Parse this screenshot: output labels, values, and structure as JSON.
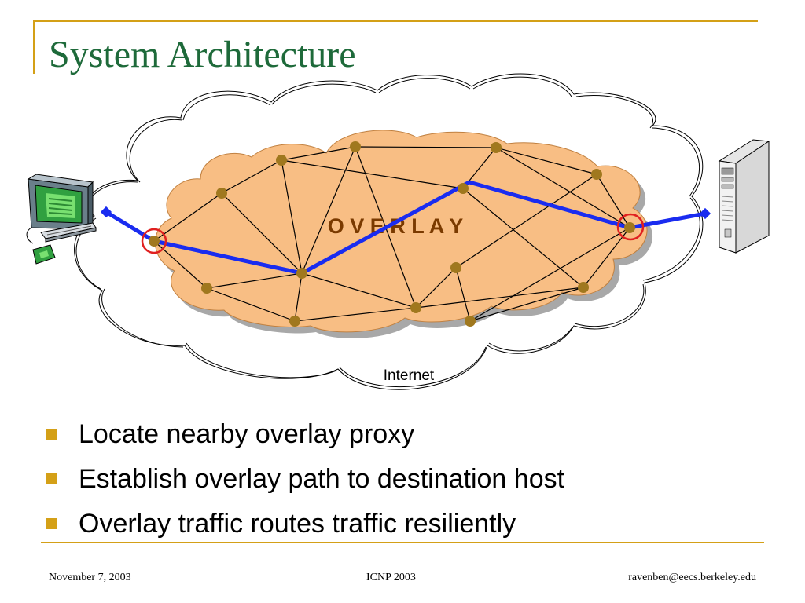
{
  "slide": {
    "title": "System Architecture",
    "diagram": {
      "overlay_label": "O V E R L A Y",
      "internet_label": "Internet",
      "client_icon": "desktop-computer-icon",
      "server_icon": "tower-server-icon"
    },
    "bullets": [
      "Locate nearby overlay proxy",
      "Establish overlay path to destination host",
      "Overlay traffic routes traffic resiliently"
    ],
    "footer": {
      "date": "November 7, 2003",
      "conference": "ICNP 2003",
      "email": "ravenben@eecs.berkeley.edu"
    }
  },
  "colors": {
    "title": "#1e6a3a",
    "accent_rule": "#d4a017",
    "bullet": "#d4a017",
    "overlay_fill": "#f8be84",
    "overlay_shadow": "#a8a8a8",
    "node": "#a0781e",
    "path": "#1a2cf0",
    "proxy_ring": "#e02020",
    "overlay_label": "#7a3a00"
  }
}
